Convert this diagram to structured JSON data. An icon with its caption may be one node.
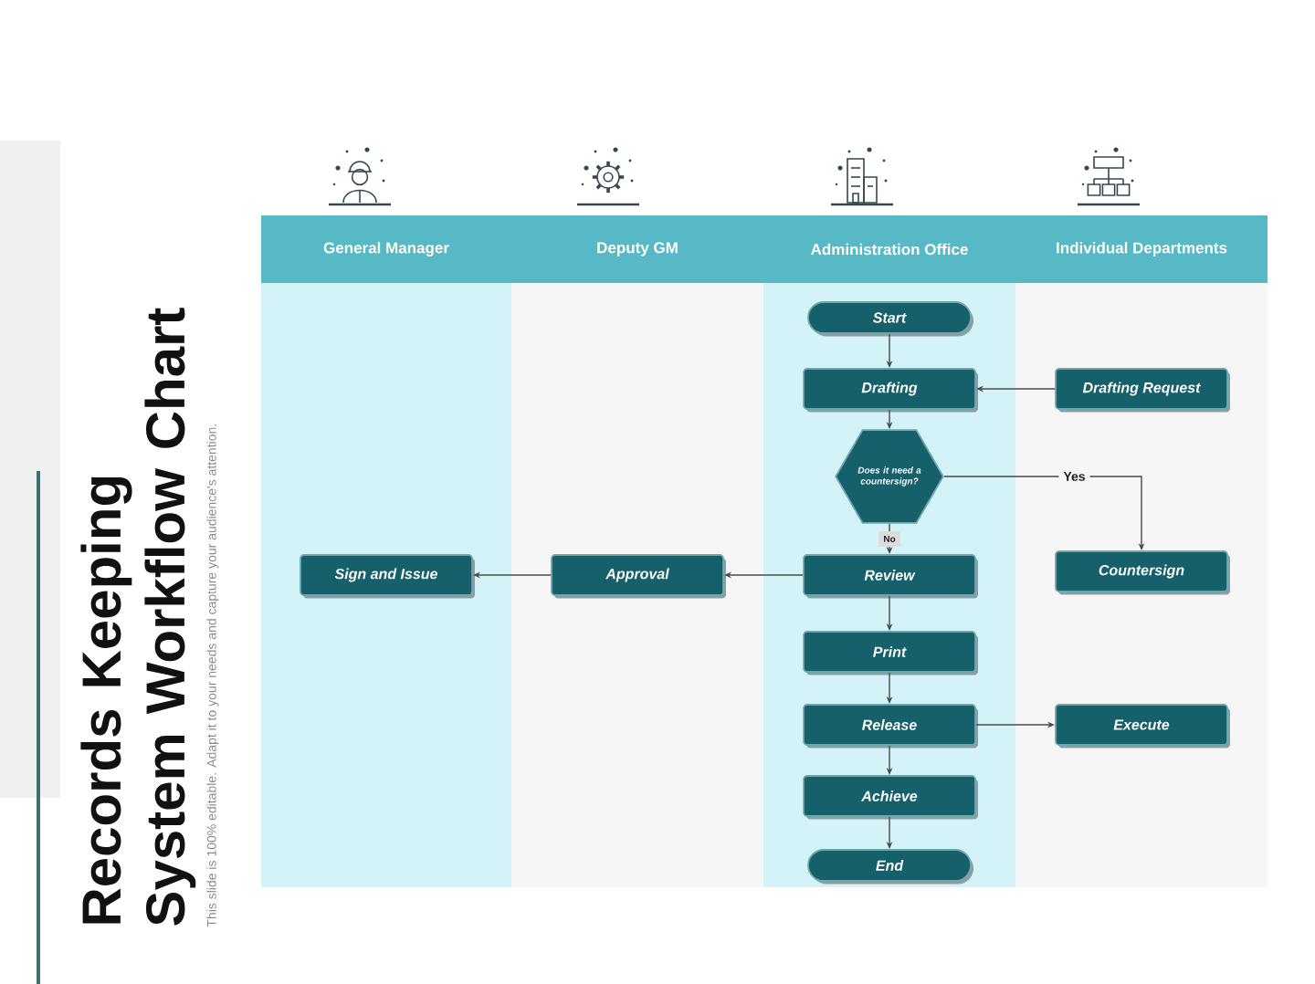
{
  "diagram": {
    "title": "Records Keeping System Workflow Chart",
    "nodes": [
      {
        "text": [
          "General Manager"
        ]
      },
      {
        "text": [
          "Deputy GM"
        ]
      },
      {
        "text": [
          "Administration Office"
        ]
      },
      {
        "text": [
          "Individual Departments"
        ]
      },
      {
        "text": [
          "Start"
        ],
        "in": 2
      },
      {
        "text": [
          "Drafting"
        ],
        "in": 2
      },
      {
        "text": [
          "Drafting Request"
        ],
        "in": 3
      },
      {
        "text": [
          "Does it need a countersign?"
        ],
        "in": 2
      },
      {
        "text": [
          "Countersign"
        ],
        "in": 3
      },
      {
        "text": [
          "Sign and Issue"
        ],
        "in": 0
      },
      {
        "text": [
          "Approval"
        ],
        "in": 1
      },
      {
        "text": [
          "Review"
        ],
        "in": 2
      },
      {
        "text": [
          "Print"
        ],
        "in": 2
      },
      {
        "text": [
          "Release"
        ],
        "in": 2
      },
      {
        "text": [
          "Execute"
        ],
        "in": 3
      },
      {
        "text": [
          "Achieve"
        ],
        "in": 2
      },
      {
        "text": [
          "End"
        ],
        "in": 2
      }
    ],
    "edges": [
      {
        "from": 4,
        "to": 5,
        "arrow": "to"
      },
      {
        "from": 6,
        "to": 5,
        "arrow": "to"
      },
      {
        "from": 5,
        "to": 7,
        "arrow": "to"
      },
      {
        "from": 7,
        "to": 8,
        "arrow": "to",
        "label": "Yes"
      },
      {
        "from": 7,
        "to": 11,
        "arrow": "to",
        "label": "No"
      },
      {
        "from": 11,
        "to": 10,
        "arrow": "to"
      },
      {
        "from": 10,
        "to": 9,
        "arrow": "to"
      },
      {
        "from": 11,
        "to": 12,
        "arrow": "to"
      },
      {
        "from": 12,
        "to": 13,
        "arrow": "to"
      },
      {
        "from": 13,
        "to": 14,
        "arrow": "to"
      },
      {
        "from": 13,
        "to": 15,
        "arrow": "to"
      },
      {
        "from": 15,
        "to": 16,
        "arrow": "to"
      }
    ],
    "labels": [
      "This slide is 100% editable. Adapt it to your needs and capture your audience's attention."
    ]
  }
}
